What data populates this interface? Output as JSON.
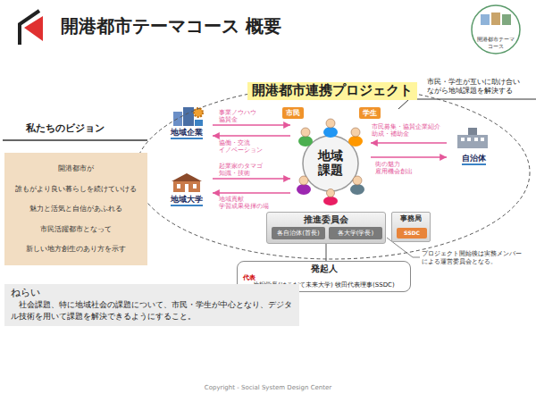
{
  "diagram": {
    "title": "開港都市テーマコース 概要",
    "nodes": [
      {
        "text": [
          "開港都市連携プロジェクト"
        ]
      },
      {
        "text": [
          "地域企業"
        ],
        "in": 0
      },
      {
        "text": [
          "地域大学"
        ],
        "in": 0
      },
      {
        "text": [
          "地域 課題"
        ],
        "in": 0
      },
      {
        "text": [
          "市民"
        ],
        "in": 0
      },
      {
        "text": [
          "学生"
        ],
        "in": 0
      },
      {
        "text": [
          "自治体"
        ],
        "in": 0
      },
      {
        "text": [
          "推進委員会"
        ],
        "in": 0
      },
      {
        "text": [
          "各自治体(首長)"
        ],
        "in": 7
      },
      {
        "text": [
          "各大学(学長)"
        ],
        "in": 7
      },
      {
        "text": [
          "事務局"
        ],
        "in": 0
      },
      {
        "text": [
          "SSDC"
        ],
        "in": 10
      },
      {
        "text": [
          "私たちのビジョン",
          "開港都市が",
          "誰もがより良い暮らしを続けていける",
          "魅力と活気と自信があふれる",
          "市民活躍都市となって",
          "新しい地方創生のあり方を示す"
        ]
      },
      {
        "text": [
          "発起人",
          "代表",
          "片桐学長(はこだて未来大学) 牧田代表理事(SSDC)"
        ]
      },
      {
        "text": [
          "ねらい",
          "社会課題、特に地域社会の課題について、市民・学生が中心となり、デジタル技術を用いて課題を解決できるようにすること。"
        ]
      }
    ],
    "edges": [
      {
        "from": 1,
        "to": 3,
        "label": "事業ノウハウ 協賛金",
        "arrow": "to"
      },
      {
        "from": 3,
        "to": 1,
        "label": "協働・交流 イノベーション",
        "arrow": "to"
      },
      {
        "from": 2,
        "to": 3,
        "label": "起業家のタマゴ 知識・技術",
        "arrow": "to"
      },
      {
        "from": 3,
        "to": 2,
        "label": "地域貢献 学習成果発揮の場",
        "arrow": "to"
      },
      {
        "from": 6,
        "to": 3,
        "label": "市民募集・協賛企業紹介 助成・補助金",
        "arrow": "to"
      },
      {
        "from": 3,
        "to": 6,
        "label": "街の魅力 雇用機会創出",
        "arrow": "to"
      },
      {
        "from": 13,
        "to": 7,
        "arrow": "none"
      }
    ],
    "labels": [
      "市民・学生が互いに助け合い ながら地域課題を解決する",
      "開港都市テーマ コース",
      "プロジェクト開始後は実務メンバー による運営委員会となる。",
      "Copyright - Social System Design Center"
    ]
  }
}
